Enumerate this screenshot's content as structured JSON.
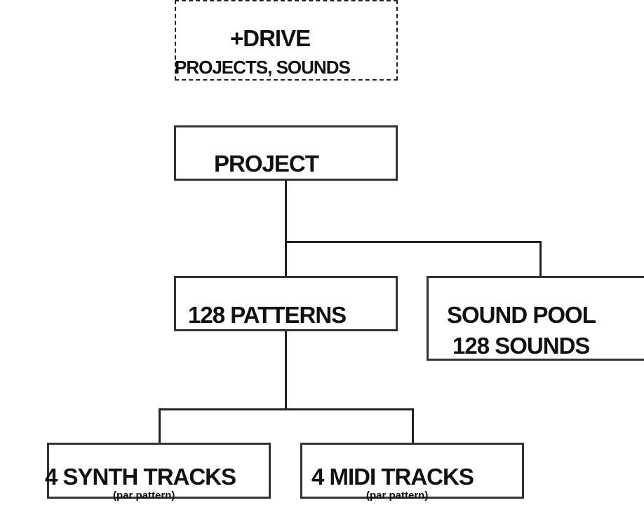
{
  "diagram": {
    "drive": {
      "title": "+DRIVE",
      "subtitle": "PROJECTS, SOUNDS"
    },
    "project": {
      "label": "PROJECT"
    },
    "patterns": {
      "label": "128 PATTERNS"
    },
    "sound_pool": {
      "line1": "SOUND POOL",
      "line2": "128 SOUNDS"
    },
    "synth_tracks": {
      "label": "4 SYNTH TRACKS",
      "note": "(par pattern)"
    },
    "midi_tracks": {
      "label": "4 MIDI TRACKS",
      "note": "(par pattern)"
    }
  }
}
